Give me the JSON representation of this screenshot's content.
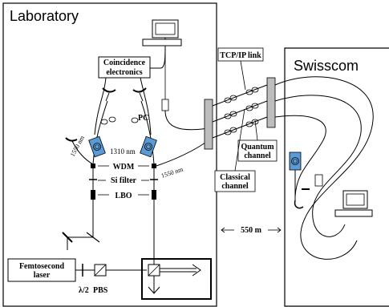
{
  "titles": {
    "laboratory": "Laboratory",
    "swisscom": "Swisscom"
  },
  "labels": {
    "coincidence_line1": "Coincidence",
    "coincidence_line2": "electronics",
    "pc": "PC",
    "wavelength_1310": "1310 nm",
    "wavelength_1550_left": "1550 nm",
    "wavelength_1550_right": "1550 nm",
    "wdm": "WDM",
    "si_filter": "Si filter",
    "lbo": "LBO",
    "tcpip_link": "TCP/IP link",
    "quantum_line1": "Quantum",
    "quantum_line2": "channel",
    "classical_line1": "Classical",
    "classical_line2": "channel",
    "distance": "550 m",
    "laser_line1": "Femtosecond",
    "laser_line2": "laser",
    "half_wave": "λ/2",
    "pbs": "PBS"
  },
  "icons": [
    "computer-icon",
    "fiber-coil-icon",
    "detector-icon",
    "mirror-icon",
    "beam-splitter-icon"
  ]
}
